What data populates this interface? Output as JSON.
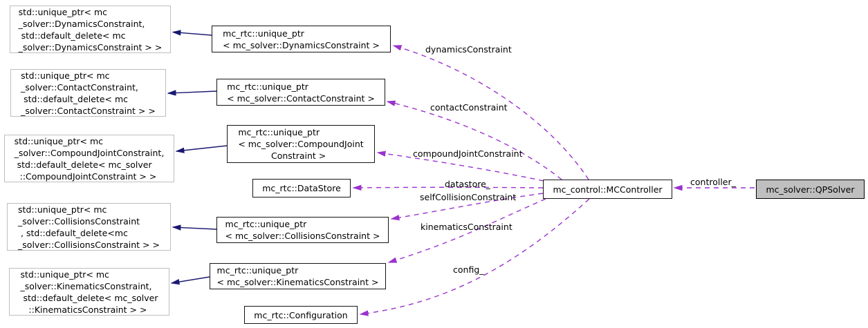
{
  "colors": {
    "background": "#ffffff",
    "solid_edge": "#191970",
    "dashed_edge": "#9a32cd",
    "template_node_border": "#bebebe",
    "node_border": "#141414",
    "node_fill": "#ffffff",
    "highlight_node_fill": "#bfbfbf",
    "text": "#000000"
  },
  "nodes": {
    "std_unique_ptr_dynamics": {
      "label": "std::unique_ptr< mc\n_solver::DynamicsConstraint,\n std::default_delete< mc\n_solver::DynamicsConstraint > >"
    },
    "std_unique_ptr_contact": {
      "label": "std::unique_ptr< mc\n_solver::ContactConstraint,\n std::default_delete< mc\n_solver::ContactConstraint > >"
    },
    "std_unique_ptr_compound_joint": {
      "label": "std::unique_ptr< mc\n_solver::CompoundJointConstraint,\n std::default_delete< mc_solver\n  ::CompoundJointConstraint > >"
    },
    "std_unique_ptr_collisions": {
      "label": "std::unique_ptr< mc\n_solver::CollisionsConstraint\n , std::default_delete<mc\n_solver::CollisionsConstraint > >"
    },
    "std_unique_ptr_kinematics": {
      "label": "std::unique_ptr< mc\n_solver::KinematicsConstraint,\n std::default_delete< mc_solver\n   ::KinematicsConstraint > >"
    },
    "mc_rtc_unique_ptr_dynamics": {
      "label": "mc_rtc::unique_ptr\n< mc_solver::DynamicsConstraint >"
    },
    "mc_rtc_unique_ptr_contact": {
      "label": "mc_rtc::unique_ptr\n< mc_solver::ContactConstraint >"
    },
    "mc_rtc_unique_ptr_compound_joint": {
      "label": "mc_rtc::unique_ptr\n< mc_solver::CompoundJoint\n            Constraint >"
    },
    "mc_rtc_datastore": {
      "label": "mc_rtc::DataStore"
    },
    "mc_rtc_unique_ptr_collisions": {
      "label": "mc_rtc::unique_ptr\n< mc_solver::CollisionsConstraint >"
    },
    "mc_rtc_unique_ptr_kinematics": {
      "label": "mc_rtc::unique_ptr\n< mc_solver::KinematicsConstraint >"
    },
    "mc_rtc_configuration": {
      "label": "mc_rtc::Configuration"
    },
    "mc_control_mccontroller": {
      "label": "mc_control::MCController"
    },
    "mc_solver_qpsolver": {
      "label": "mc_solver::QPSolver"
    }
  },
  "edges": {
    "dynamics_constraint": "dynamicsConstraint",
    "contact_constraint": "contactConstraint",
    "compound_joint_constraint": "compoundJointConstraint",
    "datastore": "datastore_",
    "self_collision_constraint": "selfCollisionConstraint",
    "kinematics_constraint": "kinematicsConstraint",
    "config": "config_",
    "controller": "controller_"
  }
}
